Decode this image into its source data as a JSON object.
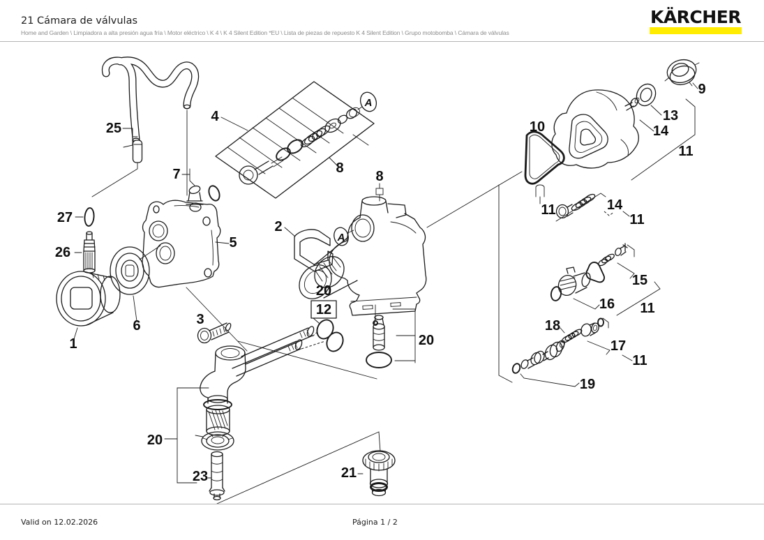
{
  "header": {
    "title": "21 Cámara de válvulas",
    "breadcrumb": "Home and Garden \\ Limpiadora a alta presión agua fría \\ Motor eléctrico \\ K 4 \\ K 4 Silent Edition *EU \\ Lista de piezas de repuesto K 4 Silent Edition \\ Grupo motobomba \\ Cámara de válvulas",
    "logo": {
      "text": "KÄRCHER",
      "underline_color": "#ffec00"
    }
  },
  "footer": {
    "valid_on": "Valid on 12.02.2026",
    "page": "Página 1 / 2"
  },
  "diagram": {
    "labels": {
      "n1": "1",
      "n2": "2",
      "n3": "3",
      "n4": "4",
      "n5": "5",
      "n6": "6",
      "n7": "7",
      "n8": "8",
      "n9": "9",
      "n10": "10",
      "n11": "11",
      "n12": "12",
      "n13": "13",
      "n14": "14",
      "n15": "15",
      "n16": "16",
      "n17": "17",
      "n18": "18",
      "n19": "19",
      "n20": "20",
      "n21": "21",
      "n23": "23",
      "n25": "25",
      "n26": "26",
      "n27": "27",
      "detail_marker": "A"
    }
  }
}
